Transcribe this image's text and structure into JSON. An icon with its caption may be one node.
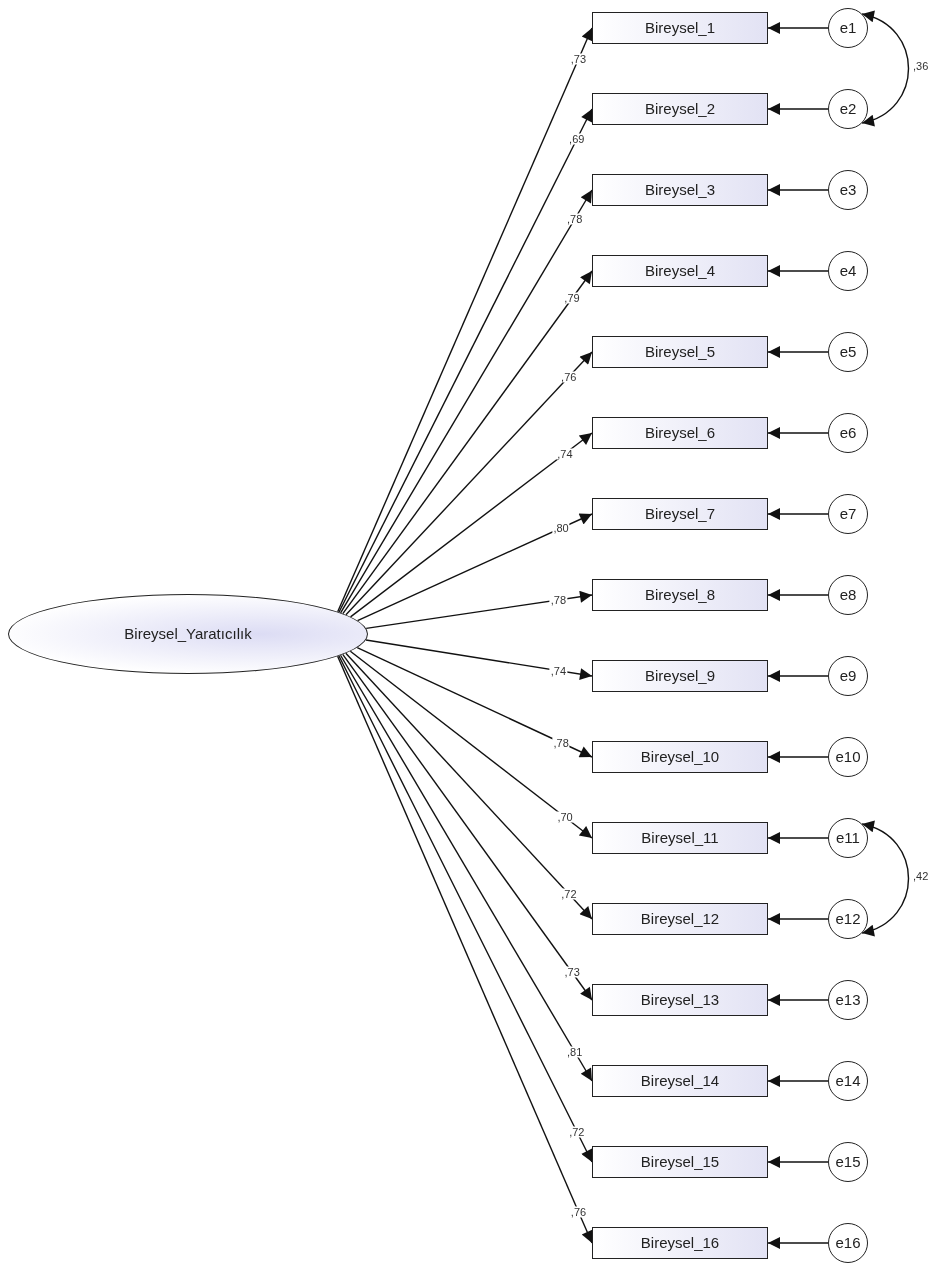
{
  "diagram": {
    "nodes": [
      {
        "text": [
          "Bireysel_Yaratıcılık"
        ]
      },
      {
        "text": [
          "Bireysel_1"
        ]
      },
      {
        "text": [
          "Bireysel_2"
        ]
      },
      {
        "text": [
          "Bireysel_3"
        ]
      },
      {
        "text": [
          "Bireysel_4"
        ]
      },
      {
        "text": [
          "Bireysel_5"
        ]
      },
      {
        "text": [
          "Bireysel_6"
        ]
      },
      {
        "text": [
          "Bireysel_7"
        ]
      },
      {
        "text": [
          "Bireysel_8"
        ]
      },
      {
        "text": [
          "Bireysel_9"
        ]
      },
      {
        "text": [
          "Bireysel_10"
        ]
      },
      {
        "text": [
          "Bireysel_11"
        ]
      },
      {
        "text": [
          "Bireysel_12"
        ]
      },
      {
        "text": [
          "Bireysel_13"
        ]
      },
      {
        "text": [
          "Bireysel_14"
        ]
      },
      {
        "text": [
          "Bireysel_15"
        ]
      },
      {
        "text": [
          "Bireysel_16"
        ]
      },
      {
        "text": [
          "e1"
        ]
      },
      {
        "text": [
          "e2"
        ]
      },
      {
        "text": [
          "e3"
        ]
      },
      {
        "text": [
          "e4"
        ]
      },
      {
        "text": [
          "e5"
        ]
      },
      {
        "text": [
          "e6"
        ]
      },
      {
        "text": [
          "e7"
        ]
      },
      {
        "text": [
          "e8"
        ]
      },
      {
        "text": [
          "e9"
        ]
      },
      {
        "text": [
          "e10"
        ]
      },
      {
        "text": [
          "e11"
        ]
      },
      {
        "text": [
          "e12"
        ]
      },
      {
        "text": [
          "e13"
        ]
      },
      {
        "text": [
          "e14"
        ]
      },
      {
        "text": [
          "e15"
        ]
      },
      {
        "text": [
          "e16"
        ]
      }
    ],
    "edges": [
      {
        "from": 0,
        "to": 1,
        "arrow": "to",
        "label": ",73"
      },
      {
        "from": 0,
        "to": 2,
        "arrow": "to",
        "label": ",69"
      },
      {
        "from": 0,
        "to": 3,
        "arrow": "to",
        "label": ",78"
      },
      {
        "from": 0,
        "to": 4,
        "arrow": "to",
        "label": ",79"
      },
      {
        "from": 0,
        "to": 5,
        "arrow": "to",
        "label": ",76"
      },
      {
        "from": 0,
        "to": 6,
        "arrow": "to",
        "label": ",74"
      },
      {
        "from": 0,
        "to": 7,
        "arrow": "to",
        "label": ",80"
      },
      {
        "from": 0,
        "to": 8,
        "arrow": "to",
        "label": ",78"
      },
      {
        "from": 0,
        "to": 9,
        "arrow": "to",
        "label": ",74"
      },
      {
        "from": 0,
        "to": 10,
        "arrow": "to",
        "label": ",78"
      },
      {
        "from": 0,
        "to": 11,
        "arrow": "to",
        "label": ",70"
      },
      {
        "from": 0,
        "to": 12,
        "arrow": "to",
        "label": ",72"
      },
      {
        "from": 0,
        "to": 13,
        "arrow": "to",
        "label": ",73"
      },
      {
        "from": 0,
        "to": 14,
        "arrow": "to",
        "label": ",81"
      },
      {
        "from": 0,
        "to": 15,
        "arrow": "to",
        "label": ",72"
      },
      {
        "from": 0,
        "to": 16,
        "arrow": "to",
        "label": ",76"
      },
      {
        "from": 17,
        "to": 1,
        "arrow": "to"
      },
      {
        "from": 18,
        "to": 2,
        "arrow": "to"
      },
      {
        "from": 19,
        "to": 3,
        "arrow": "to"
      },
      {
        "from": 20,
        "to": 4,
        "arrow": "to"
      },
      {
        "from": 21,
        "to": 5,
        "arrow": "to"
      },
      {
        "from": 22,
        "to": 6,
        "arrow": "to"
      },
      {
        "from": 23,
        "to": 7,
        "arrow": "to"
      },
      {
        "from": 24,
        "to": 8,
        "arrow": "to"
      },
      {
        "from": 25,
        "to": 9,
        "arrow": "to"
      },
      {
        "from": 26,
        "to": 10,
        "arrow": "to"
      },
      {
        "from": 27,
        "to": 11,
        "arrow": "to"
      },
      {
        "from": 28,
        "to": 12,
        "arrow": "to"
      },
      {
        "from": 29,
        "to": 13,
        "arrow": "to"
      },
      {
        "from": 30,
        "to": 14,
        "arrow": "to"
      },
      {
        "from": 31,
        "to": 15,
        "arrow": "to"
      },
      {
        "from": 32,
        "to": 16,
        "arrow": "to"
      },
      {
        "from": 17,
        "to": 18,
        "arrow": "both",
        "label": ",36"
      },
      {
        "from": 27,
        "to": 28,
        "arrow": "both",
        "label": ",42"
      }
    ]
  }
}
